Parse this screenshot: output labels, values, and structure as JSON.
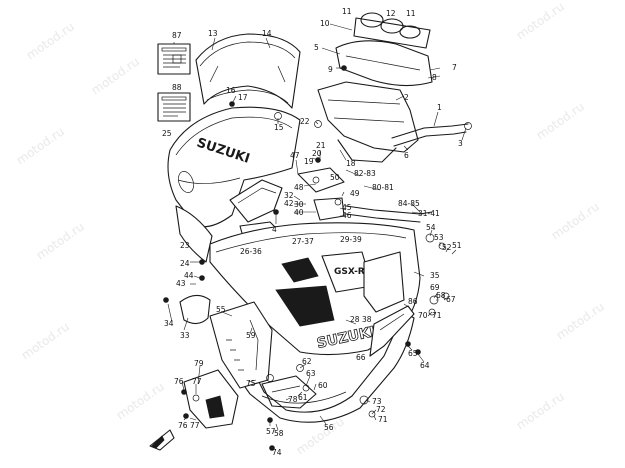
{
  "watermark": "motod.ru",
  "brand": "SUZUKI",
  "badge": "GSX-R",
  "labels": {
    "l87": "87",
    "l88": "88",
    "l13": "13",
    "l14": "14",
    "l11a": "11",
    "l12": "12",
    "l11b": "11",
    "l10": "10",
    "l5": "5",
    "l9": "9",
    "l7": "7",
    "l8": "8",
    "l16": "16",
    "l17": "17",
    "l2": "2",
    "l1": "1",
    "l22": "22",
    "l15": "15",
    "l25": "25",
    "l3": "3",
    "l6": "6",
    "l21": "21",
    "l20": "20",
    "l19": "19",
    "l47": "47",
    "l18": "18",
    "l8283": "82-83",
    "l50": "50",
    "l48": "48",
    "l49": "49",
    "l8081": "80-81",
    "l32": "32",
    "l42": "42",
    "l30": "30",
    "l40": "40",
    "l45": "45",
    "l46": "46",
    "l8485": "84-85",
    "l3141": "31-41",
    "l4": "4",
    "l54": "54",
    "l53": "53",
    "l52": "52",
    "l51": "51",
    "l2636": "26-36",
    "l23": "23",
    "l2737": "27-37",
    "l2939": "29-39",
    "l24": "24",
    "l44": "44",
    "l43": "43",
    "l35": "35",
    "l69": "69",
    "l68": "68",
    "l67": "67",
    "l34": "34",
    "l33": "33",
    "l55": "55",
    "l86": "86",
    "l70": "70",
    "l71": "71",
    "l28": "28",
    "l38": "38",
    "l59": "59",
    "l65": "65",
    "l66": "66",
    "l64": "64",
    "l79": "79",
    "l62": "62",
    "l63": "63",
    "l76": "76",
    "l77a": "77",
    "l75": "75",
    "l60": "60",
    "l78": "78",
    "l61": "61",
    "l73": "73",
    "l72": "72",
    "l71b": "71",
    "l57": "57",
    "l58": "58",
    "l56": "56",
    "l77b": "77",
    "l76b": "76",
    "l74": "74"
  }
}
